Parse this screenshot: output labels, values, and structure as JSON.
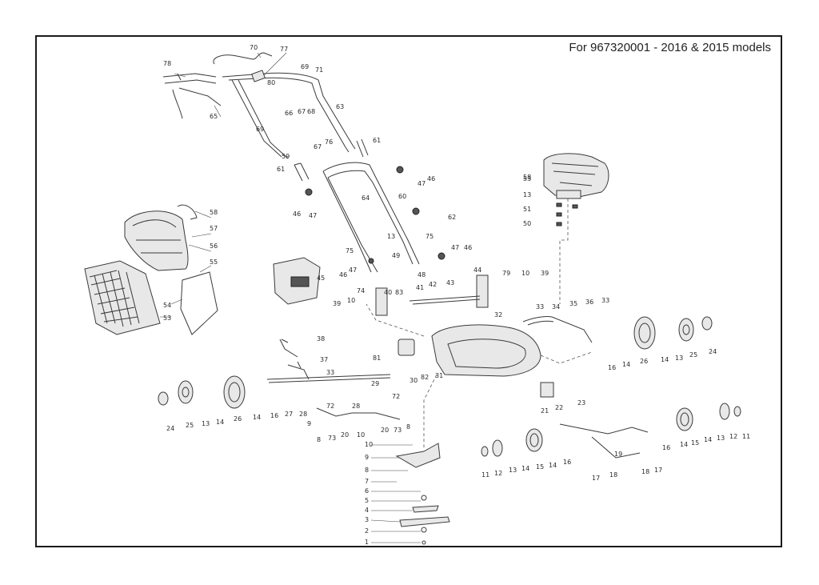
{
  "header": {
    "model_text": "For 967320001 - 2016 & 2015 models"
  },
  "colors": {
    "line": "#3a3a3a",
    "border": "#1a1a1a",
    "background": "#ffffff"
  },
  "callouts": [
    {
      "id": "c70",
      "label": "70"
    },
    {
      "id": "c77",
      "label": "77"
    },
    {
      "id": "c78",
      "label": "78"
    },
    {
      "id": "c69a",
      "label": "69"
    },
    {
      "id": "c71",
      "label": "71"
    },
    {
      "id": "c80",
      "label": "80"
    },
    {
      "id": "c66",
      "label": "66"
    },
    {
      "id": "c67a",
      "label": "67"
    },
    {
      "id": "c68",
      "label": "68"
    },
    {
      "id": "c63",
      "label": "63"
    },
    {
      "id": "c65",
      "label": "65"
    },
    {
      "id": "c69b",
      "label": "69"
    },
    {
      "id": "c59",
      "label": "59"
    },
    {
      "id": "c67b",
      "label": "67"
    },
    {
      "id": "c76",
      "label": "76"
    },
    {
      "id": "c61a",
      "label": "61"
    },
    {
      "id": "c61b",
      "label": "61"
    },
    {
      "id": "c58",
      "label": "58"
    },
    {
      "id": "c46a",
      "label": "46"
    },
    {
      "id": "c47a",
      "label": "47"
    },
    {
      "id": "c64",
      "label": "64"
    },
    {
      "id": "c60",
      "label": "60"
    },
    {
      "id": "c46b",
      "label": "46"
    },
    {
      "id": "c47b",
      "label": "47"
    },
    {
      "id": "c62",
      "label": "62"
    },
    {
      "id": "c53e",
      "label": "53"
    },
    {
      "id": "c13a",
      "label": "13"
    },
    {
      "id": "c51",
      "label": "51"
    },
    {
      "id": "c50",
      "label": "50"
    },
    {
      "id": "c58b",
      "label": "58"
    },
    {
      "id": "c57",
      "label": "57"
    },
    {
      "id": "c56",
      "label": "56"
    },
    {
      "id": "c55",
      "label": "55"
    },
    {
      "id": "c54",
      "label": "54"
    },
    {
      "id": "c53",
      "label": "53"
    },
    {
      "id": "c45",
      "label": "45"
    },
    {
      "id": "c75a",
      "label": "75"
    },
    {
      "id": "c13b",
      "label": "13"
    },
    {
      "id": "c75b",
      "label": "75"
    },
    {
      "id": "c47c",
      "label": "47"
    },
    {
      "id": "c46c",
      "label": "46"
    },
    {
      "id": "c49",
      "label": "49"
    },
    {
      "id": "c47d",
      "label": "47"
    },
    {
      "id": "c46d",
      "label": "46"
    },
    {
      "id": "c48",
      "label": "48"
    },
    {
      "id": "c44",
      "label": "44"
    },
    {
      "id": "c79",
      "label": "79"
    },
    {
      "id": "c10a",
      "label": "10"
    },
    {
      "id": "c39a",
      "label": "39"
    },
    {
      "id": "c74",
      "label": "74"
    },
    {
      "id": "c40",
      "label": "40"
    },
    {
      "id": "c83",
      "label": "83"
    },
    {
      "id": "c41",
      "label": "41"
    },
    {
      "id": "c42",
      "label": "42"
    },
    {
      "id": "c43",
      "label": "43"
    },
    {
      "id": "c10b",
      "label": "10"
    },
    {
      "id": "c39b",
      "label": "39"
    },
    {
      "id": "c32",
      "label": "32"
    },
    {
      "id": "c33a",
      "label": "33"
    },
    {
      "id": "c34",
      "label": "34"
    },
    {
      "id": "c35",
      "label": "35"
    },
    {
      "id": "c36",
      "label": "36"
    },
    {
      "id": "c33b",
      "label": "33"
    },
    {
      "id": "c38",
      "label": "38"
    },
    {
      "id": "c37",
      "label": "37"
    },
    {
      "id": "c33c",
      "label": "33"
    },
    {
      "id": "c81",
      "label": "81"
    },
    {
      "id": "c30",
      "label": "30"
    },
    {
      "id": "c82",
      "label": "82"
    },
    {
      "id": "c31",
      "label": "31"
    },
    {
      "id": "c29",
      "label": "29"
    },
    {
      "id": "c16a",
      "label": "16"
    },
    {
      "id": "c14a",
      "label": "14"
    },
    {
      "id": "c26a",
      "label": "26"
    },
    {
      "id": "c14b",
      "label": "14"
    },
    {
      "id": "c13c",
      "label": "13"
    },
    {
      "id": "c25a",
      "label": "25"
    },
    {
      "id": "c24a",
      "label": "24"
    },
    {
      "id": "c24b",
      "label": "24"
    },
    {
      "id": "c25b",
      "label": "25"
    },
    {
      "id": "c13d",
      "label": "13"
    },
    {
      "id": "c14c",
      "label": "14"
    },
    {
      "id": "c26b",
      "label": "26"
    },
    {
      "id": "c14d",
      "label": "14"
    },
    {
      "id": "c16b",
      "label": "16"
    },
    {
      "id": "c27",
      "label": "27"
    },
    {
      "id": "c28a",
      "label": "28"
    },
    {
      "id": "c28b",
      "label": "28"
    },
    {
      "id": "c72a",
      "label": "72"
    },
    {
      "id": "c72b",
      "label": "72"
    },
    {
      "id": "c9a",
      "label": "9"
    },
    {
      "id": "c8a",
      "label": "8"
    },
    {
      "id": "c73a",
      "label": "73"
    },
    {
      "id": "c20a",
      "label": "20"
    },
    {
      "id": "c10c",
      "label": "10"
    },
    {
      "id": "c20b",
      "label": "20"
    },
    {
      "id": "c73b",
      "label": "73"
    },
    {
      "id": "c8b",
      "label": "8"
    },
    {
      "id": "c21",
      "label": "21"
    },
    {
      "id": "c22",
      "label": "22"
    },
    {
      "id": "c23",
      "label": "23"
    },
    {
      "id": "c19",
      "label": "19"
    },
    {
      "id": "c16c",
      "label": "16"
    },
    {
      "id": "c14e",
      "label": "14"
    },
    {
      "id": "c15a",
      "label": "15"
    },
    {
      "id": "c14f",
      "label": "14"
    },
    {
      "id": "c13e",
      "label": "13"
    },
    {
      "id": "c12a",
      "label": "12"
    },
    {
      "id": "c11a",
      "label": "11"
    },
    {
      "id": "c11b",
      "label": "11"
    },
    {
      "id": "c12b",
      "label": "12"
    },
    {
      "id": "c13f",
      "label": "13"
    },
    {
      "id": "c14g",
      "label": "14"
    },
    {
      "id": "c15b",
      "label": "15"
    },
    {
      "id": "c14h",
      "label": "14"
    },
    {
      "id": "c16d",
      "label": "16"
    },
    {
      "id": "c17a",
      "label": "17"
    },
    {
      "id": "c18a",
      "label": "18"
    },
    {
      "id": "c18b",
      "label": "18"
    },
    {
      "id": "c17b",
      "label": "17"
    },
    {
      "id": "c10d",
      "label": "10"
    },
    {
      "id": "c9b",
      "label": "9"
    },
    {
      "id": "c8c",
      "label": "8"
    },
    {
      "id": "c7",
      "label": "7"
    },
    {
      "id": "c6",
      "label": "6"
    },
    {
      "id": "c5",
      "label": "5"
    },
    {
      "id": "c4",
      "label": "4"
    },
    {
      "id": "c3",
      "label": "3"
    },
    {
      "id": "c2",
      "label": "2"
    },
    {
      "id": "c1",
      "label": "1"
    }
  ]
}
